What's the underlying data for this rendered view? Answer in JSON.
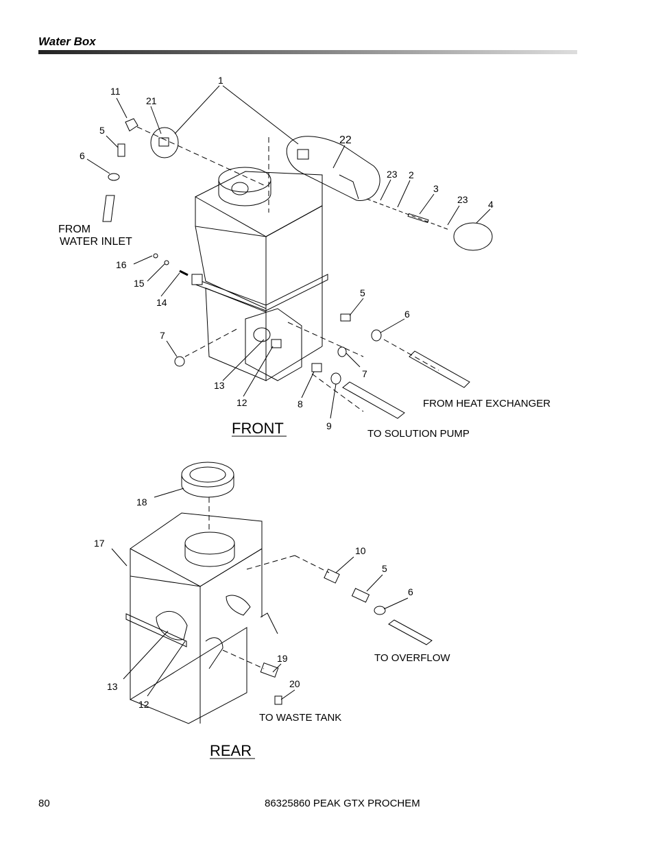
{
  "header": {
    "title": "Water Box"
  },
  "front": {
    "view_label": "FRONT",
    "callouts": [
      "1",
      "11",
      "21",
      "5",
      "6",
      "22",
      "23",
      "2",
      "3",
      "23",
      "4",
      "16",
      "15",
      "14",
      "5",
      "6",
      "7",
      "7",
      "13",
      "12",
      "8",
      "9"
    ],
    "annotations": {
      "from_water_inlet_1": "FROM",
      "from_water_inlet_2": "WATER INLET",
      "from_heat_exchanger": "FROM HEAT EXCHANGER",
      "to_solution_pump": "TO SOLUTION PUMP"
    }
  },
  "rear": {
    "view_label": "REAR",
    "callouts": [
      "18",
      "17",
      "10",
      "5",
      "6",
      "19",
      "20",
      "13",
      "12"
    ],
    "annotations": {
      "to_overflow": "TO OVERFLOW",
      "to_waste_tank": "TO WASTE TANK"
    }
  },
  "footer": {
    "page_number": "80",
    "document": "86325860 PEAK GTX PROCHEM"
  }
}
